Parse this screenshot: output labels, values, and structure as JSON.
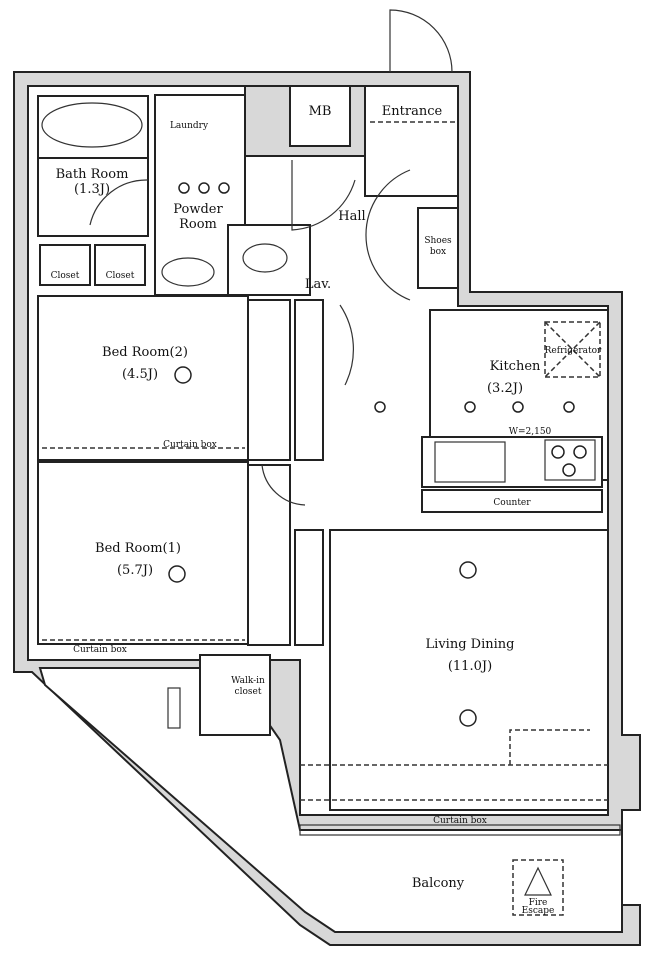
{
  "rooms": {
    "bath_room": {
      "name": "Bath Room",
      "size": "(1.3J)"
    },
    "laundry": {
      "name": "Laundry"
    },
    "powder_room": {
      "name": "Powder",
      "name2": "Room"
    },
    "mb": {
      "name": "MB"
    },
    "entrance": {
      "name": "Entrance"
    },
    "hall": {
      "name": "Hall"
    },
    "shoes_box": {
      "name": "Shoes",
      "name2": "box"
    },
    "lav": {
      "name": "Lav."
    },
    "closet_1": {
      "name": "Closet"
    },
    "closet_2": {
      "name": "Closet"
    },
    "bed_room_2": {
      "name": "Bed Room(2)",
      "size": "(4.5J)"
    },
    "kitchen": {
      "name": "Kitchen",
      "size": "(3.2J)"
    },
    "refrigerator": {
      "name": "Refrigerator"
    },
    "counter": {
      "name": "Counter"
    },
    "bed_room_1": {
      "name": "Bed Room(1)",
      "size": "(5.7J)"
    },
    "living_dining": {
      "name": "Living Dining",
      "size": "(11.0J)"
    },
    "walk_in_closet": {
      "name": "Walk-in",
      "name2": "closet"
    },
    "balcony": {
      "name": "Balcony"
    },
    "fire_escape": {
      "name": "Fire",
      "name2": "Escape"
    }
  },
  "annotations": {
    "curtain_box_1": "Curtain box",
    "curtain_box_2": "Curtain box",
    "curtain_box_3": "Curtain box",
    "kitchen_height": "W=2,150"
  }
}
